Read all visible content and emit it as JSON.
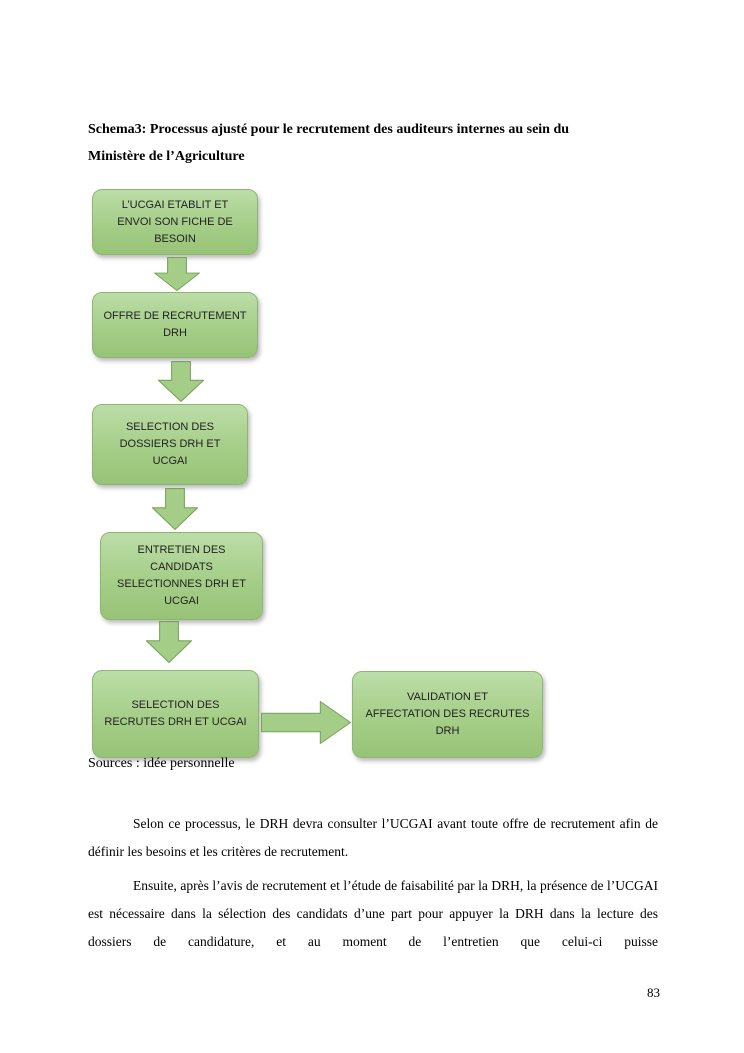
{
  "document": {
    "figure_title": "Schema3: Processus ajusté pour le recrutement des auditeurs internes au sein du\nMinistère de l’Agriculture",
    "source_caption": "Sources : idée personnelle",
    "page_number": "83",
    "paragraphs": {
      "p1": "Selon ce processus, le DRH devra consulter l’UCGAI avant toute offre de recrutement afin de définir les besoins et les critères de recrutement.",
      "p2": "Ensuite, après l’avis de recrutement et l’étude de faisabilité par la DRH, la présence de l’UCGAI est nécessaire dans la sélection des candidats d’une part  pour appuyer  la DRH dans la lecture des dossiers de candidature, et au moment de l’entretien que celui-ci puisse"
    }
  },
  "flowchart": {
    "boxes": [
      {
        "label": "L’UCGAI ETABLIT ET\nENVOI SON FICHE DE\nBESOIN"
      },
      {
        "label": "OFFRE DE RECRUTEMENT\nDRH"
      },
      {
        "label": "SELECTION DES\nDOSSIERS DRH ET\nUCGAI"
      },
      {
        "label": "ENTRETIEN DES\nCANDIDATS\nSELECTIONNES DRH ET\nUCGAI"
      },
      {
        "label": "SELECTION DES\nRECRUTES DRH ET UCGAI"
      },
      {
        "label": "VALIDATION ET\nAFFECTATION DES RECRUTES\nDRH"
      }
    ],
    "arrow_fill": "#a4cd87",
    "arrow_border": "#79a25a",
    "box_fill": "#a5ce88",
    "box_border": "#8fb573"
  }
}
